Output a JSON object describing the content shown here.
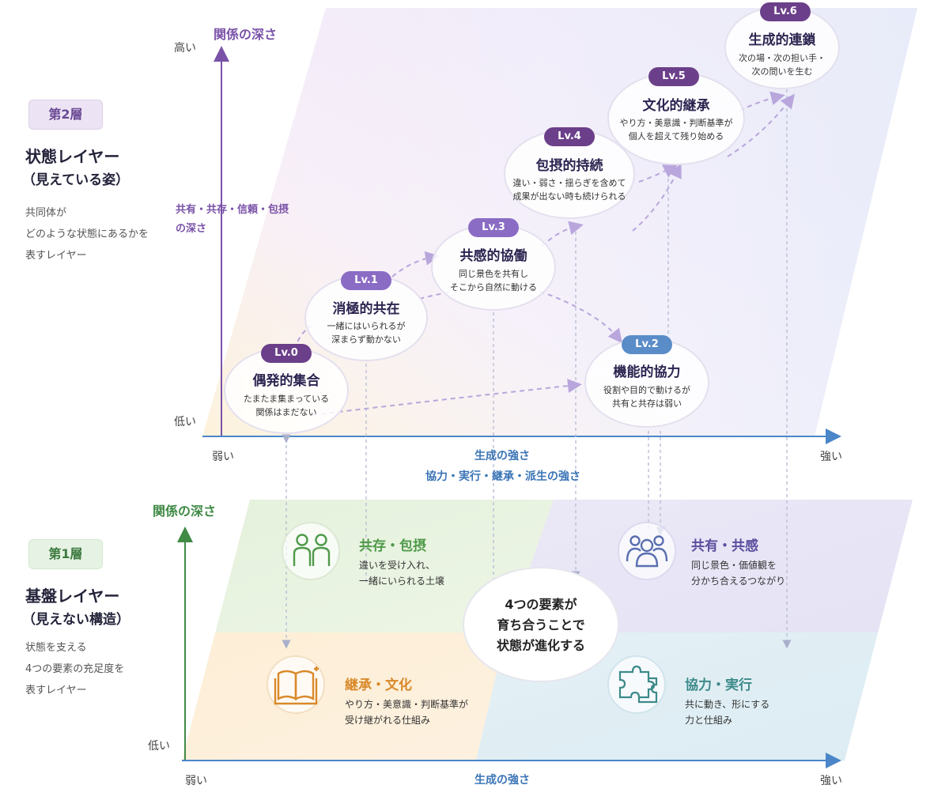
{
  "layer2": {
    "badge": "第2層",
    "title": "状態レイヤー",
    "subtitle": "（見えている姿）",
    "desc": [
      "共同体が",
      "どのような状態にあるかを",
      "表すレイヤー"
    ],
    "y_axis_label": "関係の深さ",
    "y_high": "高い",
    "y_low": "低い",
    "depth_label": [
      "共有・共存・信頼・包摂",
      "の深さ"
    ],
    "x_weak": "弱い",
    "x_strong": "強い",
    "x_axis_label": "生成の強さ",
    "x_axis_sub": "協力・実行・継承・派生の強さ"
  },
  "levels": [
    {
      "badge": "Lv.0",
      "title": "偶発的集合",
      "desc": [
        "たまたま集まっている",
        "関係はまだない"
      ]
    },
    {
      "badge": "Lv.1",
      "title": "消極的共在",
      "desc": [
        "一緒にはいられるが",
        "深まらず動かない"
      ]
    },
    {
      "badge": "Lv.2",
      "title": "機能的協力",
      "desc": [
        "役割や目的で動けるが",
        "共有と共存は弱い"
      ]
    },
    {
      "badge": "Lv.3",
      "title": "共感的協働",
      "desc": [
        "同じ景色を共有し",
        "そこから自然に動ける"
      ]
    },
    {
      "badge": "Lv.4",
      "title": "包摂的持続",
      "desc": [
        "違い・弱さ・揺らぎを含めて",
        "成果が出ない時も続けられる"
      ]
    },
    {
      "badge": "Lv.5",
      "title": "文化的継承",
      "desc": [
        "やり方・美意識・判断基準が",
        "個人を超えて残り始める"
      ]
    },
    {
      "badge": "Lv.6",
      "title": "生成的連鎖",
      "desc": [
        "次の場・次の担い手・",
        "次の問いを生む"
      ]
    }
  ],
  "layer1": {
    "badge": "第1層",
    "title": "基盤レイヤー",
    "subtitle": "（見えない構造）",
    "desc": [
      "状態を支える",
      "4つの要素の充足度を",
      "表すレイヤー"
    ],
    "y_axis_label": "関係の深さ",
    "y_low": "低い",
    "x_weak": "弱い",
    "x_strong": "強い",
    "x_axis_label": "生成の強さ"
  },
  "elements": [
    {
      "title": "共存・包摂",
      "desc": [
        "違いを受け入れ、",
        "一緒にいられる土壌"
      ],
      "icon": "people-pair-icon",
      "color": "#4f9a4a"
    },
    {
      "title": "共有・共感",
      "desc": [
        "同じ景色・価値観を",
        "分かち合えるつながり"
      ],
      "icon": "group-icon",
      "color": "#5a4f9e"
    },
    {
      "title": "継承・文化",
      "desc": [
        "やり方・美意識・判断基準が",
        "受け継がれる仕組み"
      ],
      "icon": "book-icon",
      "color": "#d9892a"
    },
    {
      "title": "協力・実行",
      "desc": [
        "共に動き、形にする",
        "力と仕組み"
      ],
      "icon": "puzzle-icon",
      "color": "#3d8a8a"
    }
  ],
  "center": [
    "4つの要素が",
    "育ち合うことで",
    "状態が進化する"
  ],
  "colors": {
    "purple": "#7a52a8",
    "green": "#3f8a45",
    "blue": "#3a74b6",
    "lv_dark": "#6b3f8a",
    "lv_mid": "#8a6cc4",
    "lv_blue": "#5a8cc8"
  }
}
